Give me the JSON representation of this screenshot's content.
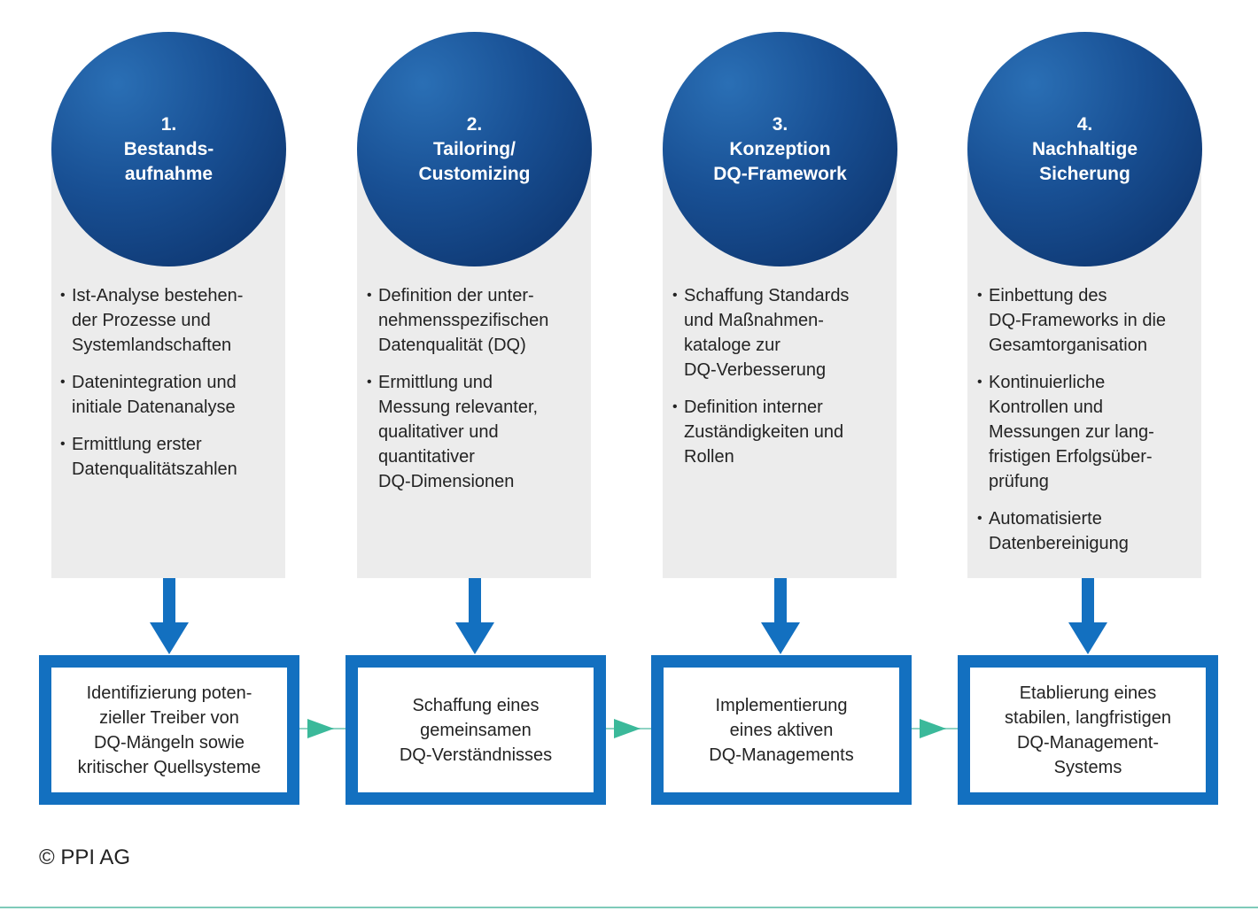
{
  "phases": [
    {
      "number": "1.",
      "title": "Bestands-\naufnahme",
      "bullets": [
        "Ist-Analyse bestehen-\nder Prozesse und\nSystemlandschaften",
        "Datenintegration und\ninitiale Datenanalyse",
        "Ermittlung erster\nDatenqualitätszahlen"
      ],
      "result": "Identifizierung poten-\nzieller Treiber von\nDQ-Mängeln sowie\nkritischer Quellsysteme"
    },
    {
      "number": "2.",
      "title": "Tailoring/\nCustomizing",
      "bullets": [
        "Definition der unter-\nnehmensspezifischen\nDatenqualität (DQ)",
        "Ermittlung und\nMessung relevanter,\nqualitativer und\nquantitativer\nDQ-Dimensionen"
      ],
      "result": "Schaffung eines\ngemeinsamen\nDQ-Verständnisses"
    },
    {
      "number": "3.",
      "title": "Konzeption\nDQ-Framework",
      "bullets": [
        "Schaffung Standards\nund Maßnahmen-\nkataloge zur\nDQ-Verbesserung",
        "Definition interner\nZuständigkeiten und\nRollen"
      ],
      "result": "Implementierung\neines aktiven\nDQ-Managements"
    },
    {
      "number": "4.",
      "title": "Nachhaltige\nSicherung",
      "bullets": [
        "Einbettung des\nDQ-Frameworks in die\nGesamtorganisation",
        "Kontinuierliche\nKontrollen und\nMessungen zur lang-\nfristigen Erfolgsüber-\nprüfung",
        "Automatisierte\nDatenbereinigung"
      ],
      "result": "Etablierung eines\nstabilen, langfristigen\nDQ-Management-\nSystems"
    }
  ],
  "copyright": "© PPI AG",
  "colors": {
    "accent_blue": "#1370c0",
    "circle_dark": "#0b2f66",
    "panel_gray": "#ececec",
    "flow_green": "#3bb99a"
  }
}
